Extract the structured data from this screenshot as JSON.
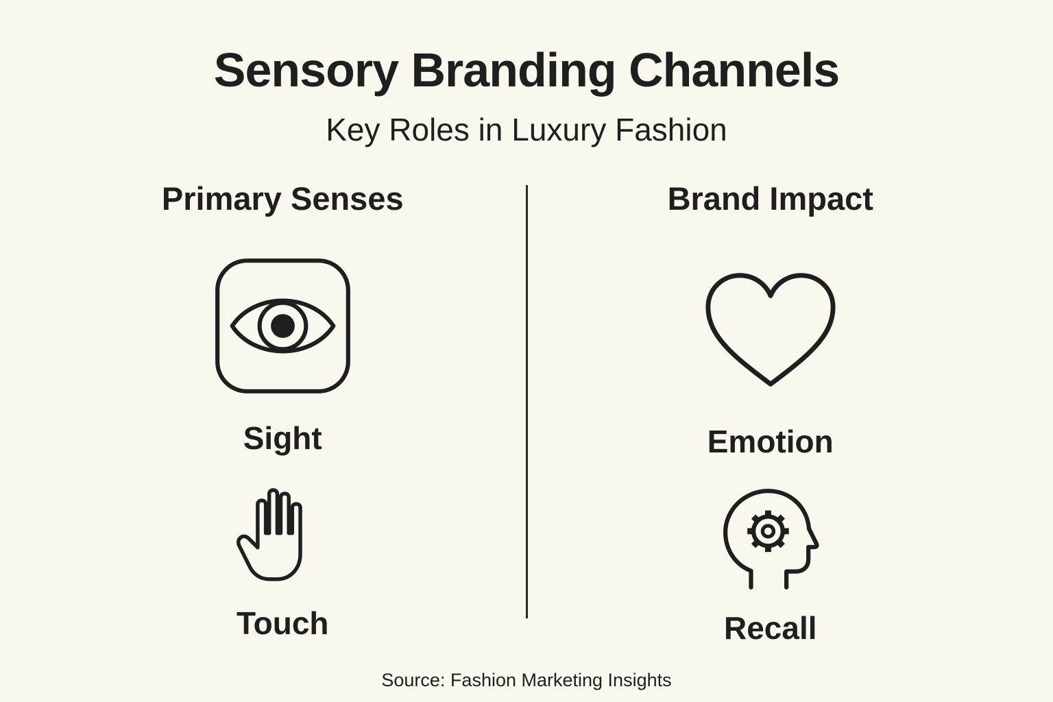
{
  "page": {
    "title": "Sensory Branding Channels",
    "subtitle": "Key Roles in Luxury Fashion",
    "source": "Source: Fashion Marketing Insights"
  },
  "columns": {
    "left": {
      "heading": "Primary Senses",
      "items": [
        {
          "icon": "eye-icon",
          "label": "Sight"
        },
        {
          "icon": "hand-icon",
          "label": "Touch"
        }
      ]
    },
    "right": {
      "heading": "Brand Impact",
      "items": [
        {
          "icon": "heart-icon",
          "label": "Emotion"
        },
        {
          "icon": "head-gear-icon",
          "label": "Recall"
        }
      ]
    }
  },
  "colors": {
    "background": "#FAF7EF",
    "ink": "#1F1F1F"
  }
}
